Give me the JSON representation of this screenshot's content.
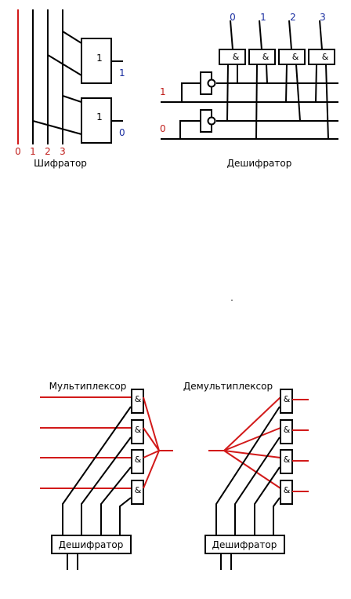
{
  "encoder": {
    "caption": "Шифратор",
    "inputs": [
      "0",
      "1",
      "2",
      "3"
    ],
    "gate_top_label": "1",
    "gate_bottom_label": "1",
    "output_top": "1",
    "output_bottom": "0"
  },
  "decoder": {
    "caption": "Дешифратор",
    "outputs": [
      "0",
      "1",
      "2",
      "3"
    ],
    "gate_labels": [
      "&",
      "&",
      "&",
      "&"
    ],
    "input_top": "1",
    "input_bottom": "0"
  },
  "stray_mark": ".",
  "multiplexer": {
    "title": "Мультиплексор",
    "gate_labels": [
      "&",
      "&",
      "&",
      "&"
    ],
    "decoder_label": "Дешифратор"
  },
  "demultiplexer": {
    "title": "Демультиплексор",
    "gate_labels": [
      "&",
      "&",
      "&",
      "&"
    ],
    "decoder_label": "Дешифратор"
  },
  "colors": {
    "signal": "#d21a1a",
    "wire": "#000000",
    "output_label": "#1a2ea0"
  }
}
